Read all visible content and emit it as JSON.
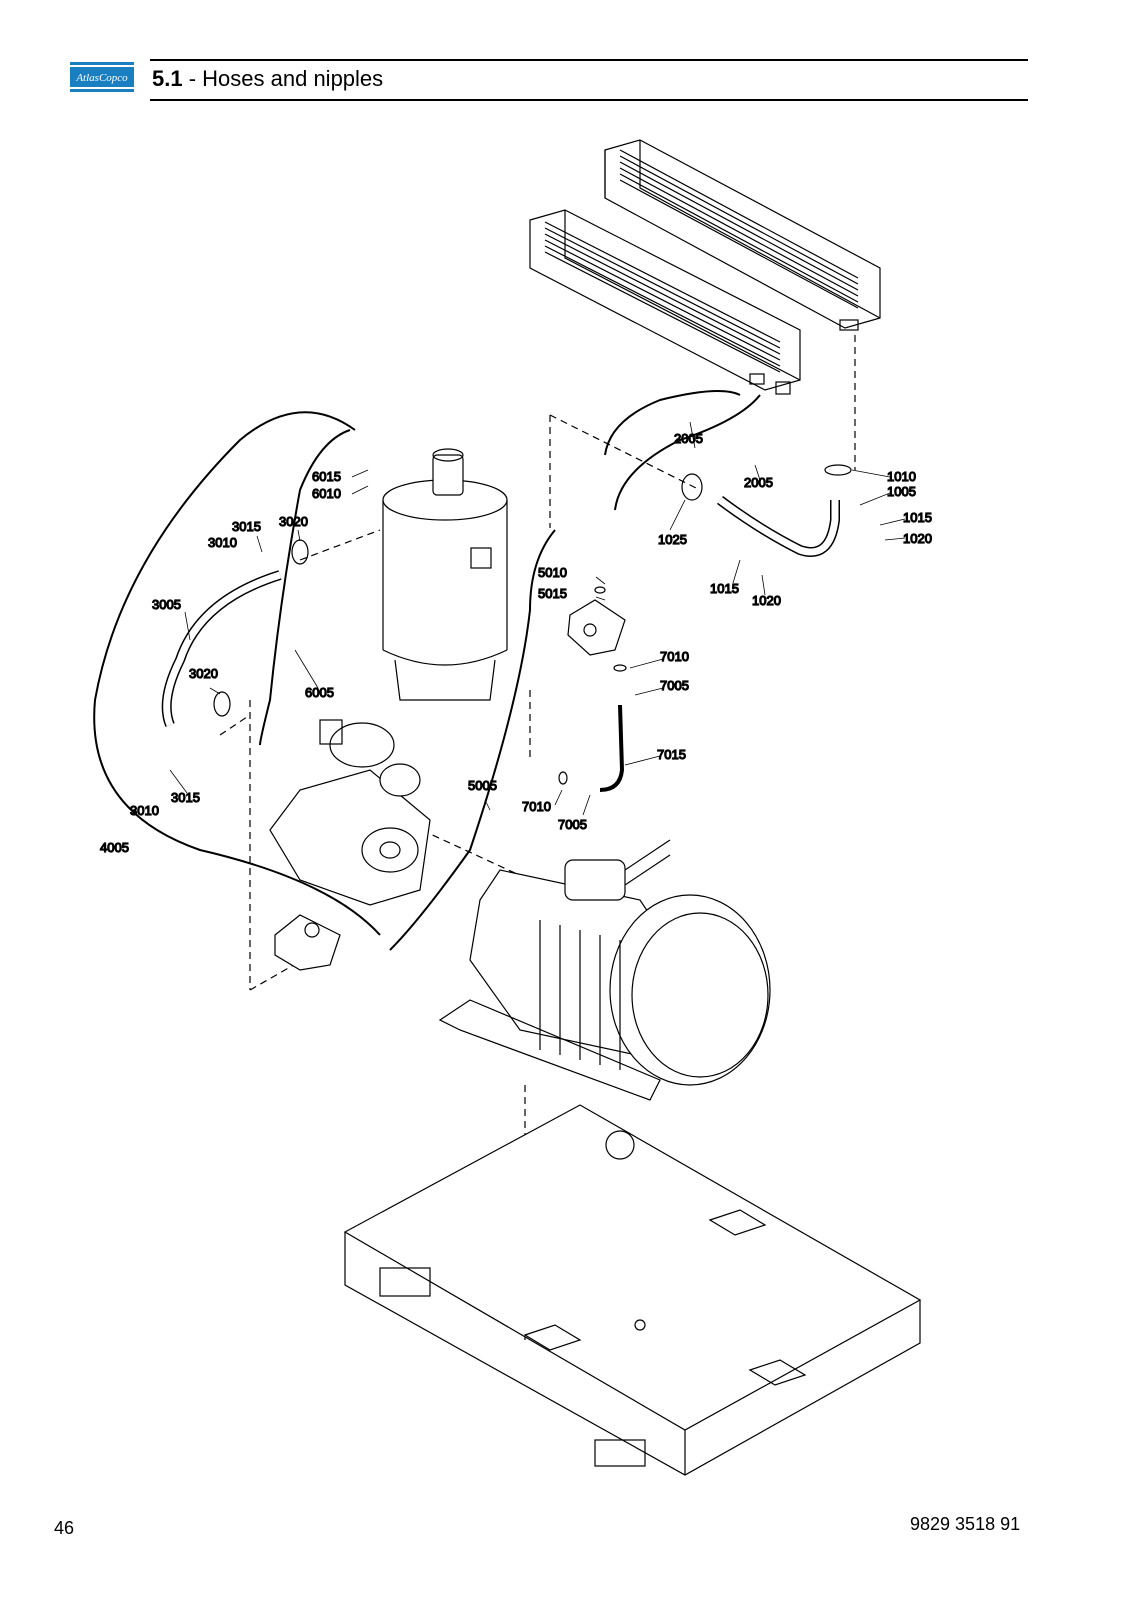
{
  "brand": {
    "logo_text": "AtlasCopco",
    "color": "#1a7fc1"
  },
  "header": {
    "section_number": "5.1",
    "section_separator": " - ",
    "section_title": "Hoses and nipples"
  },
  "callouts": {
    "c6015": "6015",
    "c6010": "6010",
    "c3015a": "3015",
    "c3020a": "3020",
    "c3010a": "3010",
    "c3005": "3005",
    "c3020b": "3020",
    "c6005": "6005",
    "c3015b": "3015",
    "c3010b": "3010",
    "c4005": "4005",
    "c2005a": "2005",
    "c2005b": "2005",
    "c1025": "1025",
    "c5010": "5010",
    "c5015": "5015",
    "c1010": "1010",
    "c1005": "1005",
    "c1015a": "1015",
    "c1020a": "1020",
    "c1015b": "1015",
    "c1020b": "1020",
    "c7010a": "7010",
    "c7005a": "7005",
    "c7015": "7015",
    "c5005": "5005",
    "c7010b": "7010",
    "c7005b": "7005"
  },
  "footer": {
    "page_number": "46",
    "document_number": "9829 3518 91"
  }
}
